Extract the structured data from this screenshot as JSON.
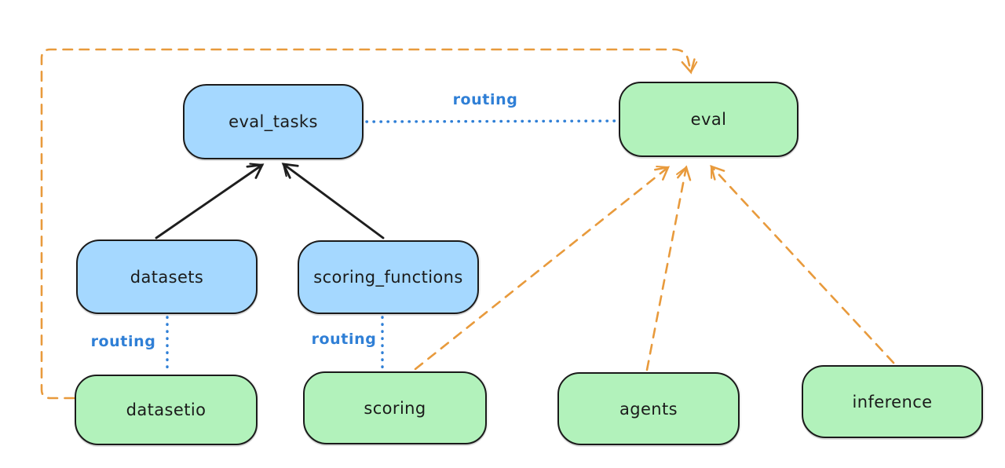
{
  "diagram": {
    "background": "#ffffff",
    "nodes": [
      {
        "id": "eval_tasks",
        "label": "eval_tasks",
        "kind": "resource",
        "fill": "#a5d8ff"
      },
      {
        "id": "datasets",
        "label": "datasets",
        "kind": "resource",
        "fill": "#a5d8ff"
      },
      {
        "id": "scoring_functions",
        "label": "scoring_functions",
        "kind": "resource",
        "fill": "#a5d8ff"
      },
      {
        "id": "eval",
        "label": "eval",
        "kind": "api",
        "fill": "#b2f2bb"
      },
      {
        "id": "datasetio",
        "label": "datasetio",
        "kind": "api",
        "fill": "#b2f2bb"
      },
      {
        "id": "scoring",
        "label": "scoring",
        "kind": "api",
        "fill": "#b2f2bb"
      },
      {
        "id": "agents",
        "label": "agents",
        "kind": "api",
        "fill": "#b2f2bb"
      },
      {
        "id": "inference",
        "label": "inference",
        "kind": "api",
        "fill": "#b2f2bb"
      }
    ],
    "edge_labels": [
      {
        "text": "routing"
      },
      {
        "text": "routing"
      },
      {
        "text": "routing"
      }
    ],
    "edges": [
      {
        "from": "datasets",
        "to": "eval_tasks",
        "style": "solid-black-arrow"
      },
      {
        "from": "scoring_functions",
        "to": "eval_tasks",
        "style": "solid-black-arrow"
      },
      {
        "from": "eval_tasks",
        "to": "eval",
        "style": "dotted-blue",
        "label": "routing"
      },
      {
        "from": "datasets",
        "to": "datasetio",
        "style": "dotted-blue",
        "label": "routing"
      },
      {
        "from": "scoring_functions",
        "to": "scoring",
        "style": "dotted-blue",
        "label": "routing"
      },
      {
        "from": "datasetio",
        "to": "eval",
        "style": "dashed-orange-arrow"
      },
      {
        "from": "scoring",
        "to": "eval",
        "style": "dashed-orange-arrow"
      },
      {
        "from": "agents",
        "to": "eval",
        "style": "dashed-orange-arrow"
      },
      {
        "from": "inference",
        "to": "eval",
        "style": "dashed-orange-arrow"
      }
    ],
    "colors": {
      "node_border": "#1b1b1b",
      "resource_blue_fill": "#a5d8ff",
      "api_green_fill": "#b2f2bb",
      "routing_blue": "#2f7fd6",
      "dependency_orange": "#e89a3c",
      "solid_arrow_black": "#1e1e1e"
    }
  }
}
